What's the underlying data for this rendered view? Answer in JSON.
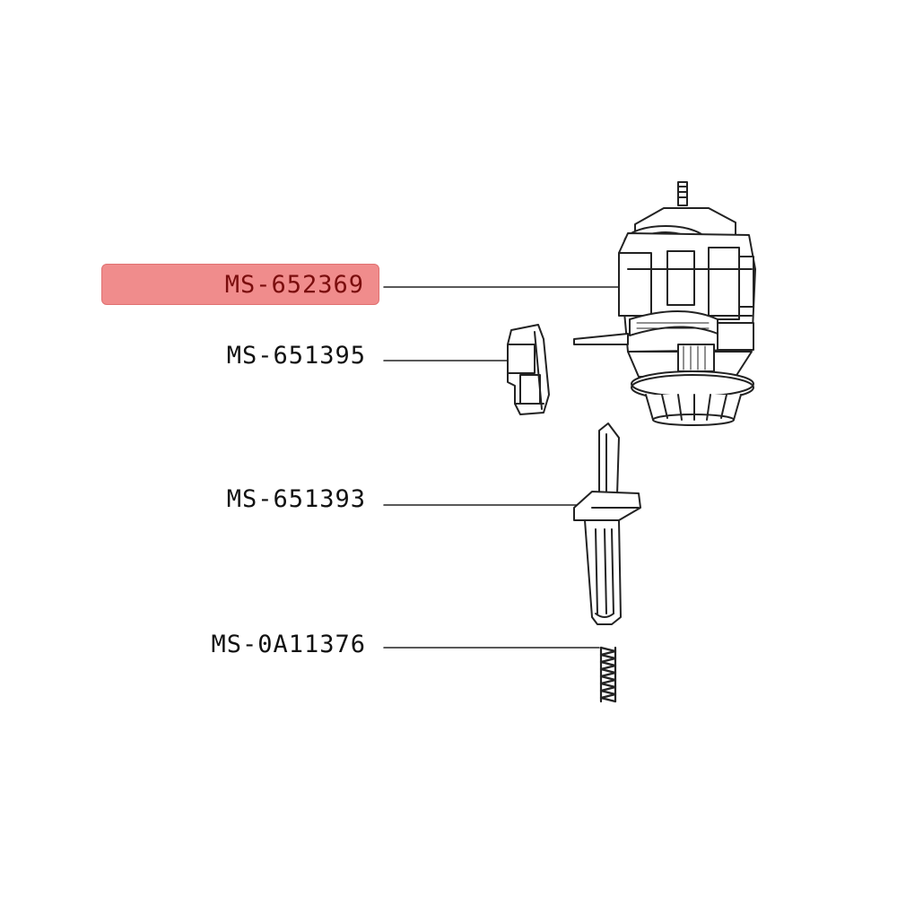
{
  "colors": {
    "highlight_fill": "#f08c8c",
    "highlight_border": "#e07070",
    "highlight_text": "#7a0d0d",
    "line": "#222222"
  },
  "parts": [
    {
      "code": "MS-652369",
      "part": "motor-assembly",
      "highlighted": true
    },
    {
      "code": "MS-651395",
      "part": "switch-module",
      "highlighted": false
    },
    {
      "code": "MS-651393",
      "part": "push-rod",
      "highlighted": false
    },
    {
      "code": "MS-0A11376",
      "part": "spring",
      "highlighted": false
    }
  ]
}
